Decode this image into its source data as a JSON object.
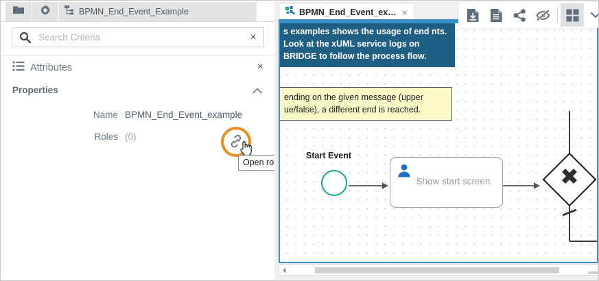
{
  "left_panel": {
    "tabs": [
      {
        "id": "explorer",
        "icon": "folder-icon",
        "label": ""
      },
      {
        "id": "settings",
        "icon": "gear-icon",
        "label": ""
      },
      {
        "id": "diagram",
        "icon": "hierarchy-icon",
        "label": "BPMN_End_Event_Example"
      }
    ],
    "search": {
      "placeholder": "Search Criteria",
      "value": "",
      "search_icon": "search-icon",
      "clear_icon": "close-icon",
      "clear_glyph": "×"
    },
    "attributes": {
      "icon": "list-icon",
      "title": "Attributes",
      "close_glyph": "×"
    },
    "properties": {
      "label": "Properties",
      "collapse_icon": "chevron-up-icon",
      "fields": [
        {
          "label": "Name",
          "value": "BPMN_End_Event_example",
          "muted": false
        },
        {
          "label": "Roles",
          "value": "(0)",
          "muted": true
        }
      ],
      "role_button": {
        "icon": "link-icon",
        "highlight_color": "#ef8b21",
        "tooltip": "Open role editor"
      }
    }
  },
  "right_panel": {
    "document_tab": {
      "icon": "diagram-icon",
      "title": "BPMN_End_Event_ex…",
      "close_glyph": "×"
    },
    "toolbar": {
      "buttons": [
        {
          "id": "download",
          "icon": "document-download-icon",
          "active": false
        },
        {
          "id": "document",
          "icon": "document-lines-icon",
          "active": false
        },
        {
          "id": "share",
          "icon": "share-icon",
          "active": false
        },
        {
          "id": "hide",
          "icon": "eye-off-icon",
          "active": false
        },
        {
          "id": "grid",
          "icon": "grid-icon",
          "active": true
        },
        {
          "id": "more",
          "icon": "chevron-down-icon",
          "active": false
        }
      ]
    },
    "canvas": {
      "info_box": {
        "text": "s examples shows the usage of end nts. Look at the xUML service logs on BRIDGE to follow the process flow.",
        "background": "#1f5f84",
        "color": "#ffffff"
      },
      "note_box": {
        "text": "ending on the given message (upper ue/false), a different end is reached.",
        "background": "#fbfac8"
      },
      "start_event": {
        "label": "Start Event",
        "shape": "circle",
        "color": "#15a88a"
      },
      "task": {
        "label": "Show start screen",
        "icon": "user-icon",
        "icon_color": "#1f6fc4"
      },
      "gateway": {
        "type": "exclusive-gateway",
        "glyph": "x-mark"
      },
      "selection_border_color": "#3892c8"
    },
    "scrollbar": {
      "left_arrow_icon": "arrow-left-icon"
    }
  }
}
